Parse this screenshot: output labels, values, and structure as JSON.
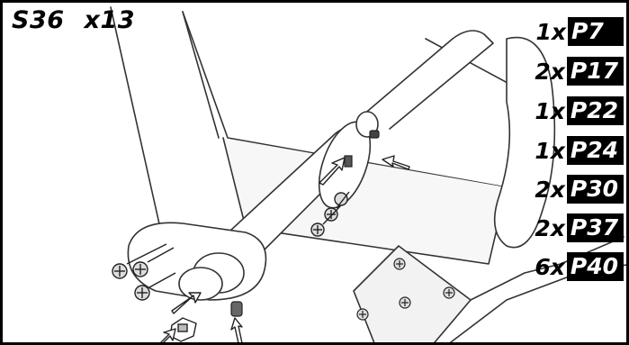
{
  "step": {
    "number": "S36",
    "multiplier": "x13"
  },
  "parts": [
    {
      "qty": "1x",
      "id": "P7"
    },
    {
      "qty": "2x",
      "id": "P17"
    },
    {
      "qty": "1x",
      "id": "P22"
    },
    {
      "qty": "1x",
      "id": "P24"
    },
    {
      "qty": "2x",
      "id": "P30"
    },
    {
      "qty": "2x",
      "id": "P37"
    },
    {
      "qty": "6x",
      "id": "P40"
    }
  ],
  "colors": {
    "label_bg": "#000000",
    "label_fg": "#ffffff",
    "line": "#333333"
  },
  "icons": [
    "screw-icon",
    "nut-icon",
    "washer-icon",
    "arrow-icon"
  ]
}
